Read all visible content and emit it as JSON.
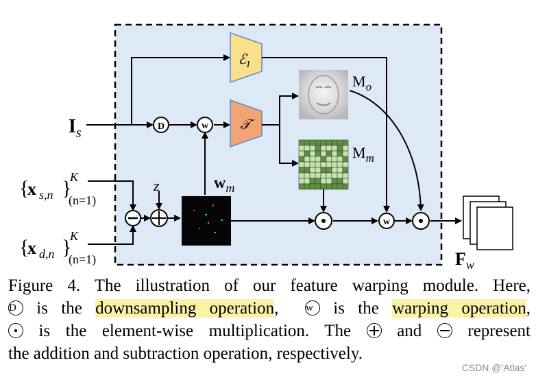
{
  "labels": {
    "input_image": "I",
    "input_image_sub": "s",
    "source_kp": "x",
    "source_kp_sub": "s,n",
    "driving_kp": "x",
    "driving_kp_sub": "d,n",
    "kp_sup": "K",
    "kp_range": "(n=1)",
    "noise": "z",
    "flow": "w",
    "flow_sub": "m",
    "encoder": "ℰ",
    "encoder_sub": "I",
    "transformer": "𝒯",
    "occlusion_mask": "M",
    "occlusion_mask_sub": "o",
    "mask_m": "M",
    "mask_m_sub": "m",
    "output": "F",
    "output_sub": "w",
    "op_downsample": "D",
    "op_warp": "w"
  },
  "colors": {
    "module_bg": "#dde9f7",
    "encoder_fill": "#fbe08b",
    "transformer_fill": "#f2a574",
    "mask_grid_light": "#c9e2b3",
    "mask_grid_dark": "#5f8f45",
    "highlight": "#fbf2a6"
  },
  "caption": {
    "prefix": "Figure 4.  The illustration of our feature warping module.  Here,",
    "d_symbol": "D",
    "line2_is": " is the ",
    "downsampling": "downsampling operation",
    "comma": ",",
    "w_symbol": "w",
    "warping": "warping operation",
    "line3_a": " is the element-wise multiplication. The ",
    "line3_and": " and ",
    "line3_b": " represent",
    "line4": "the addition and subtraction operation, respectively."
  },
  "watermark": "CSDN @'Atlas'"
}
